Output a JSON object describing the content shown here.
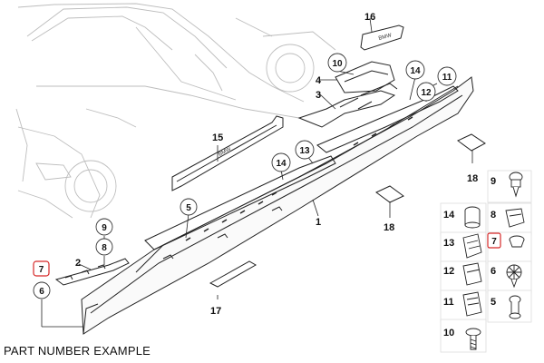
{
  "caption": "PART NUMBER EXAMPLE",
  "brand_mark": "BMW",
  "accent_color": "#d62828",
  "callouts": [
    "1",
    "2",
    "3",
    "4",
    "5",
    "6",
    "7",
    "8",
    "9",
    "10",
    "11",
    "12",
    "13",
    "14",
    "15",
    "16",
    "17",
    "18"
  ],
  "legend_numbers": [
    "9",
    "14",
    "8",
    "13",
    "7",
    "12",
    "6",
    "11",
    "5",
    "10"
  ],
  "highlighted": "7"
}
